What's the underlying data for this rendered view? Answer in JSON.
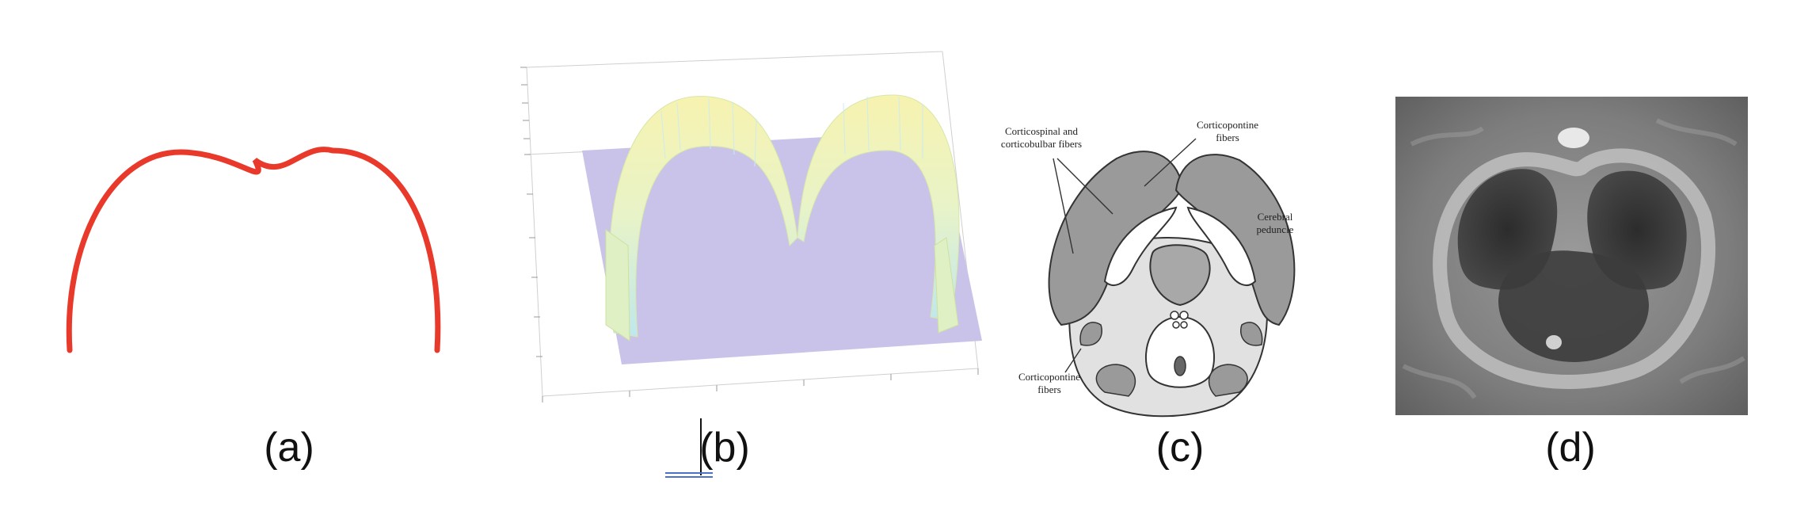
{
  "captions": {
    "a": "(a)",
    "b": "(b)",
    "c": "(c)",
    "d": "(d)"
  },
  "panel_c_labels": {
    "corticospinal_line1": "Corticospinal and",
    "corticospinal_line2": "corticobulbar fibers",
    "corticopontine_top_line1": "Corticopontine",
    "corticopontine_top_line2": "fibers",
    "cerebral_line1": "Cerebral",
    "cerebral_line2": "peduncle",
    "corticopontine_bottom_line1": "Corticopontine",
    "corticopontine_bottom_line2": "fibers"
  },
  "colors": {
    "curve_red": "#e8392b",
    "surface_lavender": "#c9c3ea",
    "peduncle_gray": "#9a9a9a",
    "midbrain_light": "#e1e1e1"
  }
}
